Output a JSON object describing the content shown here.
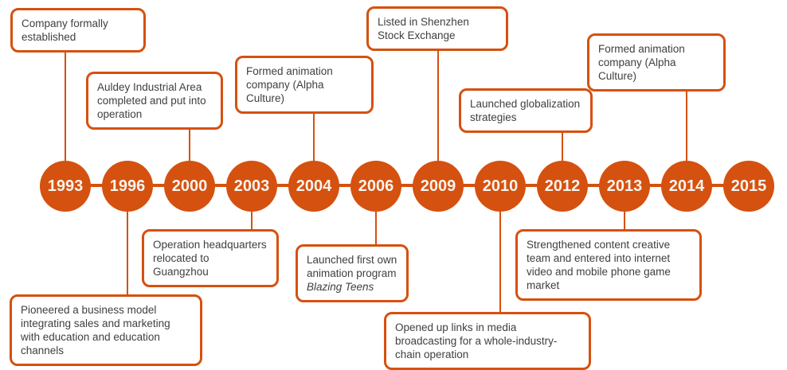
{
  "palette": {
    "accent": "#d5510f",
    "box_bg": "#ffffff",
    "box_text": "#3f3f3f",
    "year_text": "#f7f4ee",
    "background": "#ffffff"
  },
  "timeline": {
    "years": [
      "1993",
      "1996",
      "2000",
      "2003",
      "2004",
      "2006",
      "2009",
      "2010",
      "2012",
      "2013",
      "2014",
      "2015"
    ],
    "events": {
      "e1993": {
        "year": "1993",
        "position": "above",
        "text": "Company formally established"
      },
      "e1996": {
        "year": "1996",
        "position": "below",
        "text": "Pioneered a business model integrating sales and marketing with education and education channels"
      },
      "e2000": {
        "year": "2000",
        "position": "above",
        "text": "Auldey Industrial Area completed and put into operation"
      },
      "e2003": {
        "year": "2003",
        "position": "below",
        "text": "Operation headquarters relocated to Guangzhou"
      },
      "e2004": {
        "year": "2004",
        "position": "above",
        "text": "Formed animation company (Alpha Culture)"
      },
      "e2006": {
        "year": "2006",
        "position": "below",
        "text": "Launched first own animation program",
        "italic_title": "Blazing Teens"
      },
      "e2009": {
        "year": "2009",
        "position": "above",
        "text": "Listed in Shenzhen Stock Exchange"
      },
      "e2010": {
        "year": "2010",
        "position": "below",
        "text": "Opened up links in media broadcasting for a whole-industry-chain operation"
      },
      "e2012": {
        "year": "2012",
        "position": "above",
        "text": "Launched globalization strategies"
      },
      "e2013": {
        "year": "2013",
        "position": "below",
        "text": "Strengthened content creative team and entered into internet video and mobile phone game market"
      },
      "e2014": {
        "year": "2014",
        "position": "above",
        "text": "Formed animation company (Alpha Culture)"
      }
    }
  }
}
